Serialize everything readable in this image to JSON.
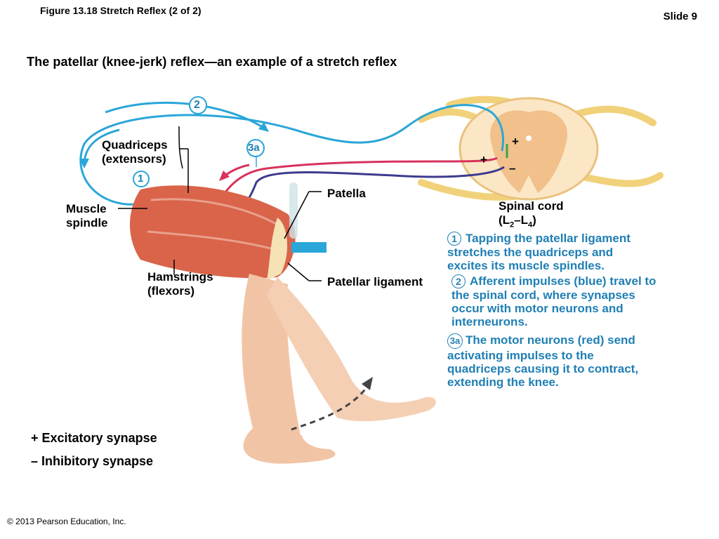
{
  "header": {
    "figure": "Figure 13.18  Stretch Reflex (2 of 2)",
    "slide": "Slide 9"
  },
  "title": "The patellar (knee-jerk) reflex—an example of a stretch reflex",
  "labels": {
    "quadriceps": [
      "Quadriceps",
      "(extensors)"
    ],
    "muscle_spindle": [
      "Muscle",
      "spindle"
    ],
    "hamstrings": [
      "Hamstrings",
      "(flexors)"
    ],
    "patella": "Patella",
    "patellar_ligament": "Patellar ligament",
    "spinal_cord": "Spinal cord",
    "spinal_level": [
      "(L",
      "2",
      "–L",
      "4",
      ")"
    ]
  },
  "markers": {
    "m1": "1",
    "m2": "2",
    "m3a": "3a",
    "plus": "+",
    "minus": "–"
  },
  "steps": [
    {
      "num": "1",
      "lines": [
        "Tapping the patellar ligament",
        "stretches the quadriceps and",
        "excites its muscle spindles."
      ]
    },
    {
      "num": "2",
      "lines": [
        "Afferent impulses (blue) travel to",
        "the spinal cord, where synapses",
        "occur with motor neurons and",
        "interneurons."
      ]
    },
    {
      "num": "3a",
      "lines": [
        "The motor neurons (red) send",
        "activating impulses to the",
        "quadriceps causing it to contract,",
        "extending the knee."
      ]
    }
  ],
  "legend": {
    "excitatory": "+ Excitatory synapse",
    "inhibitory": "– Inhibitory synapse"
  },
  "copyright": "© 2013 Pearson Education, Inc.",
  "colors": {
    "afferent": "#2aa6d8",
    "motor": "#d8315b",
    "inhibitory_path": "#3d3b8e",
    "text_blue": "#1f7fb4",
    "skin": "#f2c4a6",
    "muscle": "#d9644a"
  }
}
